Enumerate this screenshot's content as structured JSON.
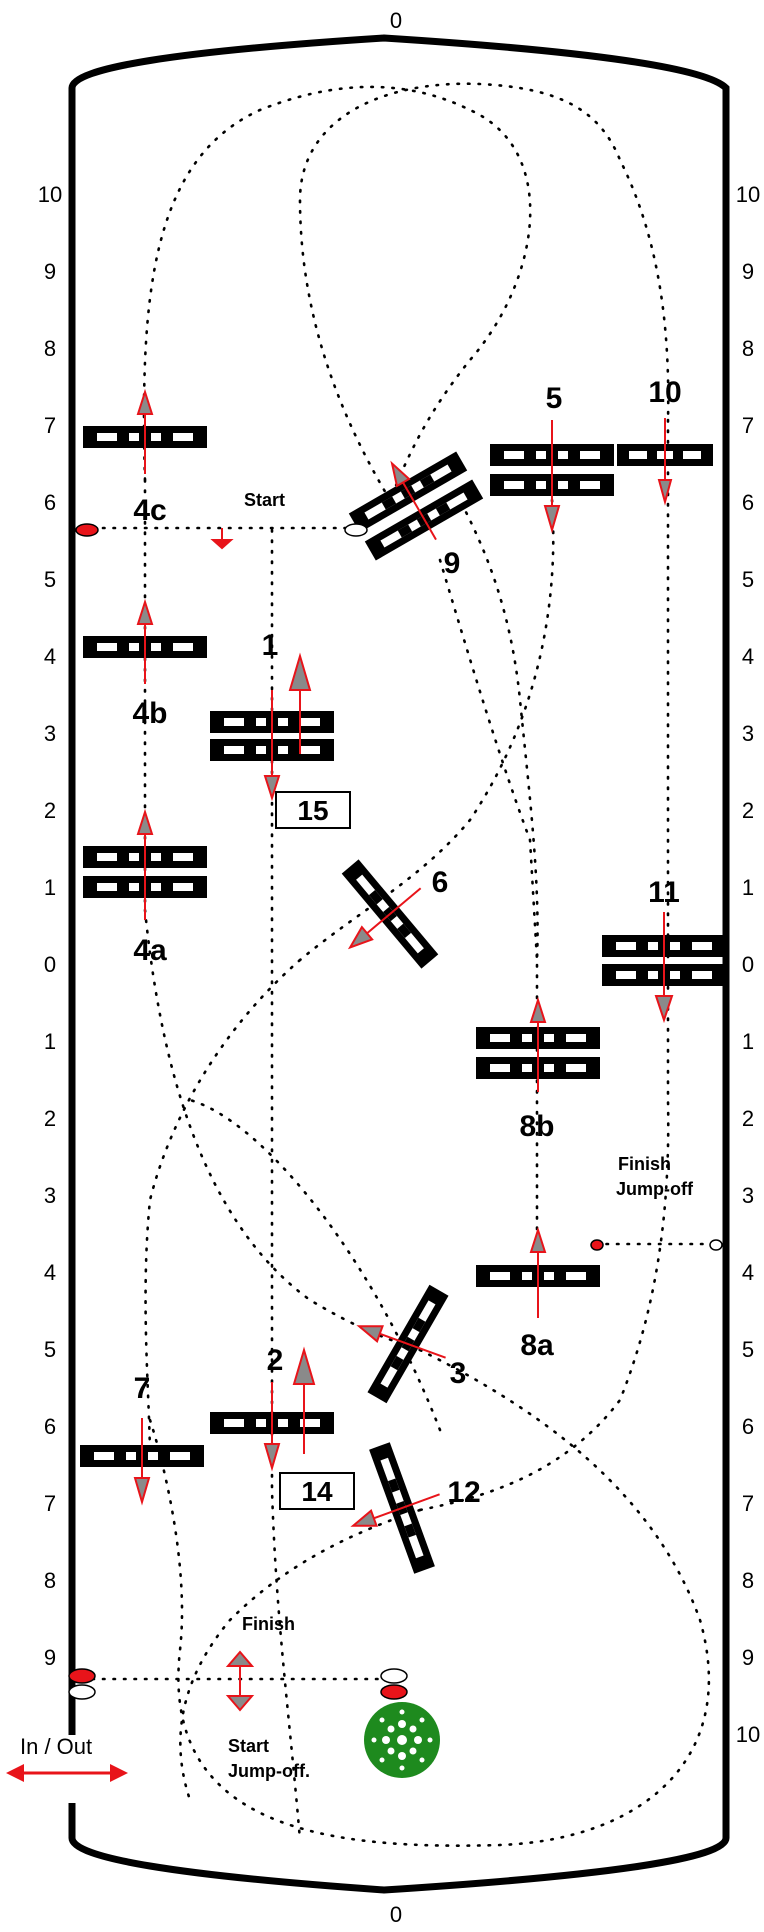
{
  "arena": {
    "end_label_top": "0",
    "end_label_bottom": "0",
    "left_scale": [
      "10",
      "9",
      "8",
      "7",
      "6",
      "5",
      "4",
      "3",
      "2",
      "1",
      "0",
      "1",
      "2",
      "3",
      "4",
      "5",
      "6",
      "7",
      "8",
      "9"
    ],
    "right_scale": [
      "10",
      "9",
      "8",
      "7",
      "6",
      "5",
      "4",
      "3",
      "2",
      "1",
      "0",
      "1",
      "2",
      "3",
      "4",
      "5",
      "6",
      "7",
      "8",
      "9",
      "10"
    ]
  },
  "labels": {
    "start": "Start",
    "finish": "Finish",
    "finish_jumpoff_line1": "Finish",
    "finish_jumpoff_line2": "Jump-off",
    "start_jumpoff_line1": "Start",
    "start_jumpoff_line2": "Jump-off.",
    "in_out": "In / Out"
  },
  "fences": {
    "f1": "1",
    "f2": "2",
    "f3": "3",
    "f4a": "4a",
    "f4b": "4b",
    "f4c": "4c",
    "f5": "5",
    "f6": "6",
    "f7": "7",
    "f8a": "8a",
    "f8b": "8b",
    "f9": "9",
    "f10": "10",
    "f11": "11",
    "f12": "12",
    "f14": "14",
    "f15": "15"
  },
  "colors": {
    "arrow_red": "#e8141a",
    "arrow_fill": "#8a8a8a",
    "flower_green": "#1e8a1e"
  },
  "icons": [
    "rail-fence-icon",
    "direction-arrow-icon",
    "flag-marker-icon",
    "flower-bed-icon",
    "double-arrow-icon"
  ]
}
